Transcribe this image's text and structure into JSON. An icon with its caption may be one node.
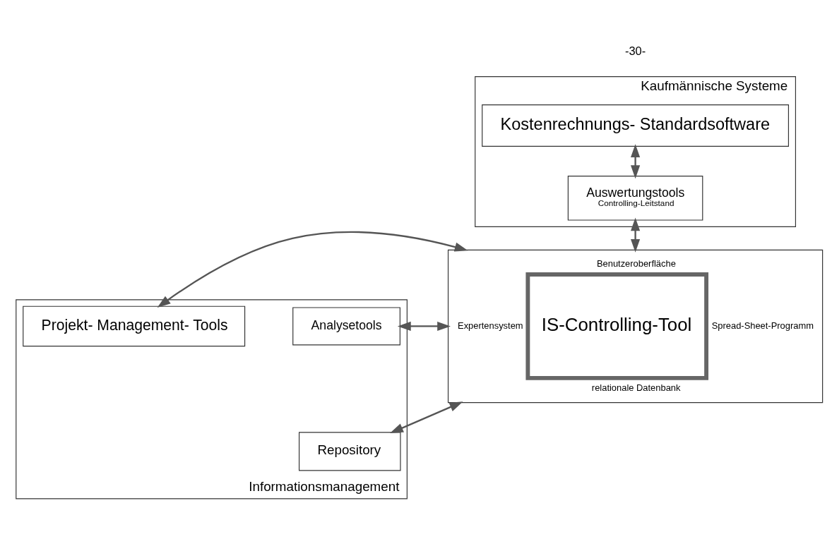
{
  "diagram": {
    "nodes": [
      {
        "text": [
          "Kaufmännische Systeme"
        ]
      },
      {
        "text": [
          "Kostenrechnungs- Standardsoftware"
        ],
        "in": 0
      },
      {
        "text": [
          "Auswertungstools",
          "Controlling-Leitstand"
        ],
        "in": 0
      },
      {
        "text": [
          "Benutzeroberfläche",
          "Expertensystem",
          "IS-Controlling-Tool",
          "Spread-Sheet-Programm",
          "relationale Datenbank"
        ]
      },
      {
        "text": [
          "Informationsmanagement"
        ]
      },
      {
        "text": [
          "Analysetools"
        ],
        "in": 4
      },
      {
        "text": [
          "Projekt- Management- Tools"
        ],
        "in": 4
      },
      {
        "text": [
          "Repository"
        ],
        "in": 4
      }
    ],
    "edges": [
      {
        "from": 1,
        "to": 2,
        "arrow": "both"
      },
      {
        "from": 2,
        "to": 3,
        "arrow": "both"
      },
      {
        "from": 5,
        "to": 3,
        "arrow": "both"
      },
      {
        "from": 3,
        "to": 6,
        "arrow": "both"
      },
      {
        "from": 3,
        "to": 7,
        "arrow": "both"
      }
    ],
    "labels": [
      "-30-"
    ]
  }
}
